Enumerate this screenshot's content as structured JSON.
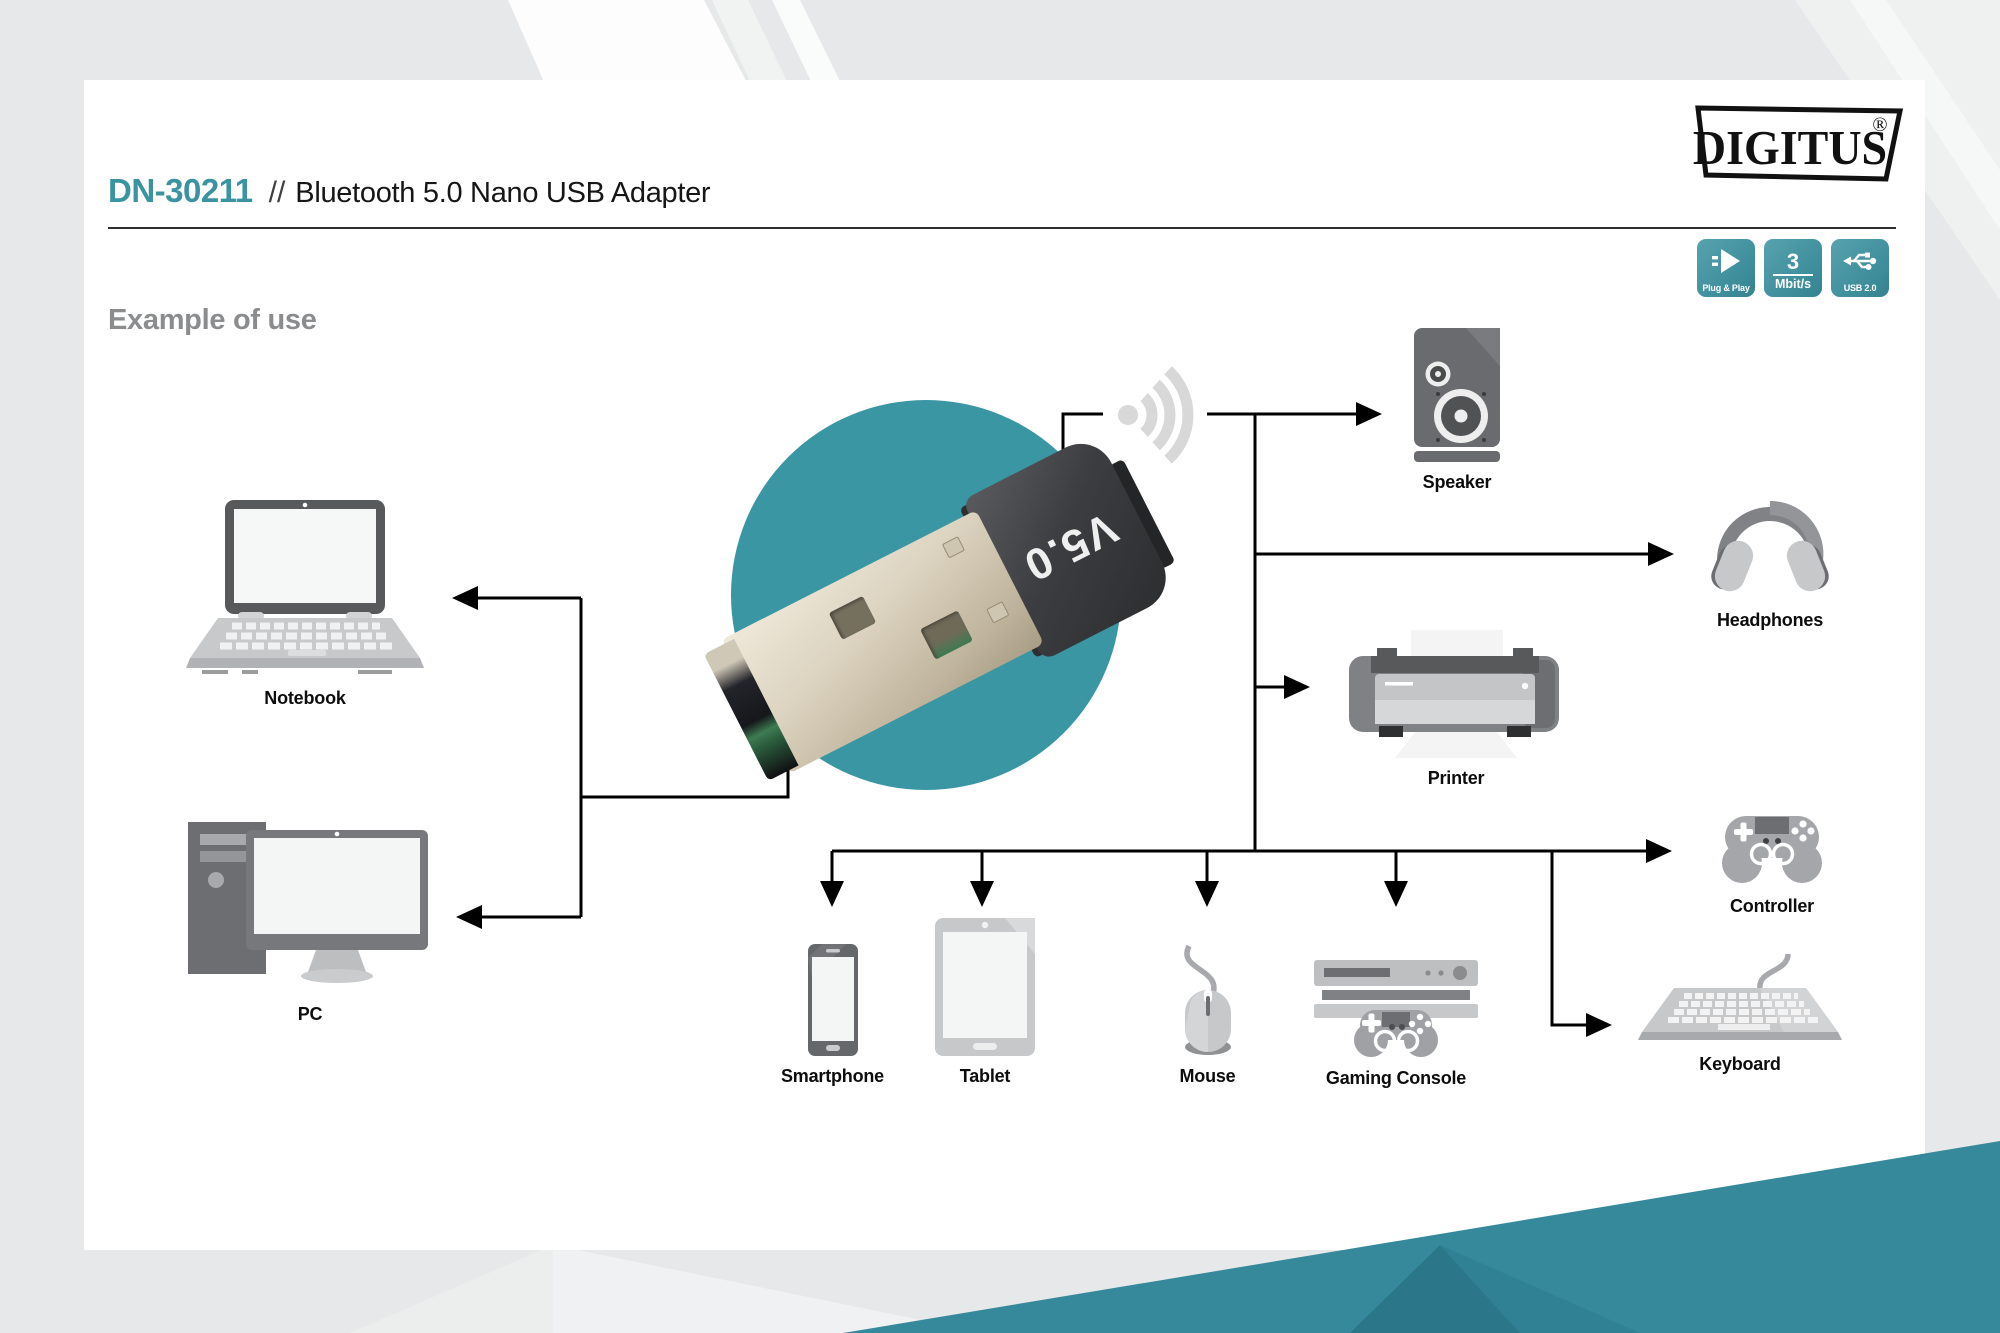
{
  "brand": {
    "name": "DIGITUS",
    "registered": "®"
  },
  "header": {
    "model": "DN-30211",
    "separator": "//",
    "title": "Bluetooth 5.0 Nano USB Adapter"
  },
  "badges": {
    "plug_play": {
      "label": "Plug & Play"
    },
    "speed": {
      "value": "3",
      "unit": "Mbit/s"
    },
    "usb": {
      "label": "USB 2.0"
    }
  },
  "section": {
    "title": "Example of use"
  },
  "adapter": {
    "marking": "V5.0"
  },
  "devices": {
    "notebook": {
      "label": "Notebook"
    },
    "pc": {
      "label": "PC"
    },
    "speaker": {
      "label": "Speaker"
    },
    "headphones": {
      "label": "Headphones"
    },
    "printer": {
      "label": "Printer"
    },
    "smartphone": {
      "label": "Smartphone"
    },
    "tablet": {
      "label": "Tablet"
    },
    "mouse": {
      "label": "Mouse"
    },
    "gaming_console": {
      "label": "Gaming Console"
    },
    "controller": {
      "label": "Controller"
    },
    "keyboard": {
      "label": "Keyboard"
    }
  },
  "colors": {
    "accent_teal": "#3a96a3",
    "badge_teal": "#3d8d9b",
    "corner_teal": "#35899b",
    "section_gray": "#8a8c8e",
    "line_black": "#000000"
  }
}
